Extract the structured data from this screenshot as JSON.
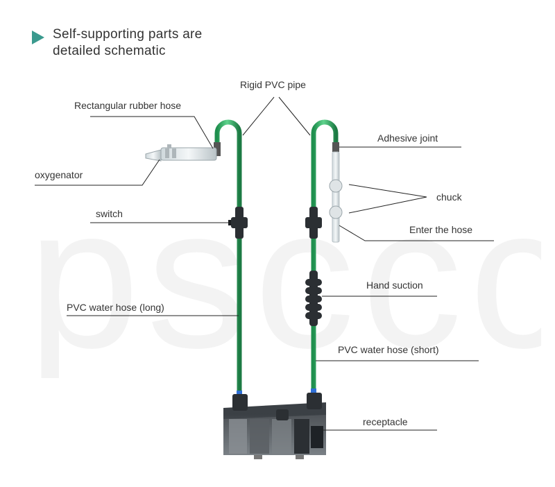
{
  "heading": {
    "line1": "Self-supporting parts are",
    "line2": "detailed schematic"
  },
  "watermark": "psccc",
  "labels": {
    "rigid_pipe": "Rigid PVC pipe",
    "rubber_hose": "Rectangular rubber hose",
    "oxygenator": "oxygenator",
    "switch": "switch",
    "hose_long": "PVC water hose (long)",
    "adhesive_joint": "Adhesive joint",
    "chuck": "chuck",
    "enter_hose": "Enter the hose",
    "hand_suction": "Hand suction",
    "hose_short": "PVC water hose (short)",
    "receptacle": "receptacle"
  },
  "colors": {
    "accent_triangle": "#3a9a8e",
    "hose_green": "#3cb371",
    "fitting_dark": "#2b2f33",
    "blue_ring": "#2f6fd6"
  }
}
